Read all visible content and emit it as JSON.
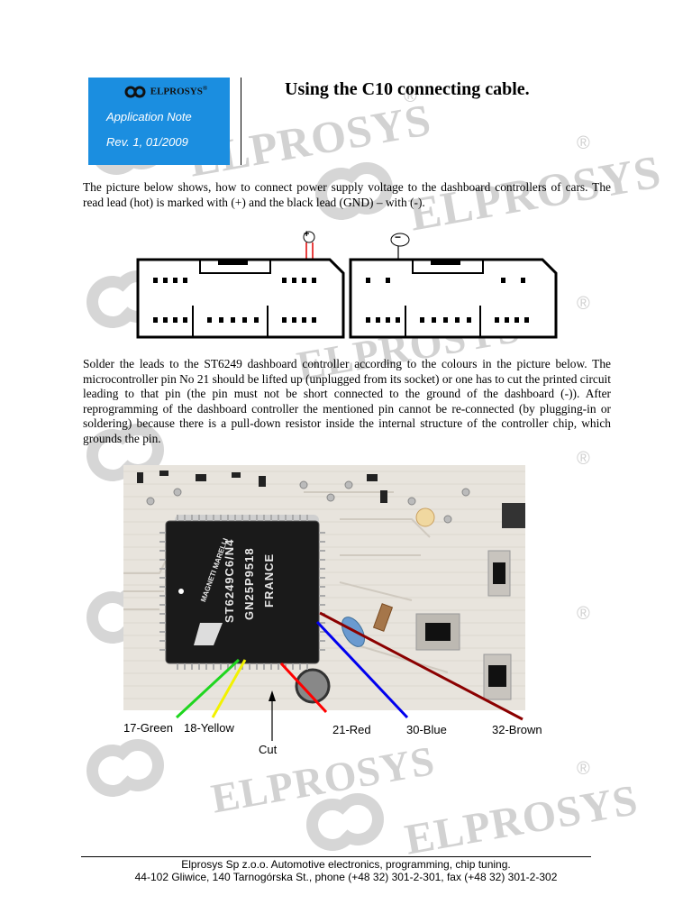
{
  "header": {
    "brand": "ELPROSYS",
    "brand_reg": "®",
    "app_note": "Application Note",
    "revision": "Rev. 1, 01/2009",
    "title": "Using the C10 connecting cable."
  },
  "watermark": {
    "text": "ELPROSYS",
    "reg": "®"
  },
  "paragraphs": {
    "intro": "The picture below shows, how to connect power supply voltage to the dashboard controllers of cars. The read lead (hot) is marked with (+) and the black lead (GND) – with (-).",
    "solder": "Solder the leads to the ST6249 dashboard controller according to the colours in the picture below. The microcontroller pin No 21 should be lifted up (unplugged from its socket) or one has to cut the printed circuit leading to that pin (the pin must not be short connected to the ground of the dashboard (-)). After reprogramming of the dashboard controller the mentioned pin cannot be re-connected (by plugging-in or soldering) because there is a pull-down resistor inside the internal structure of the controller chip, which grounds the pin."
  },
  "connectors": {
    "plus_symbol": "+",
    "minus_symbol": "−"
  },
  "photo": {
    "chip_lines": [
      "ST6249C6/N4",
      "GN25P9518",
      "FRANCE"
    ],
    "chip_brand": "MAGNETI MARELLI",
    "labels": {
      "pin17": "17-Green",
      "pin18": "18-Yellow",
      "cut": "Cut",
      "pin21": "21-Red",
      "pin30": "30-Blue",
      "pin32": "32-Brown"
    },
    "colors": {
      "green": "#1fd61f",
      "yellow": "#f2f200",
      "red": "#ff0000",
      "blue": "#0000ee",
      "brown": "#8b0000"
    }
  },
  "footer": {
    "line1": "Elprosys Sp z.o.o.  Automotive electronics, programming, chip tuning.",
    "line2": "44-102 Gliwice, 140 Tarnogórska St., phone (+48 32) 301-2-301, fax (+48 32) 301-2-302"
  }
}
